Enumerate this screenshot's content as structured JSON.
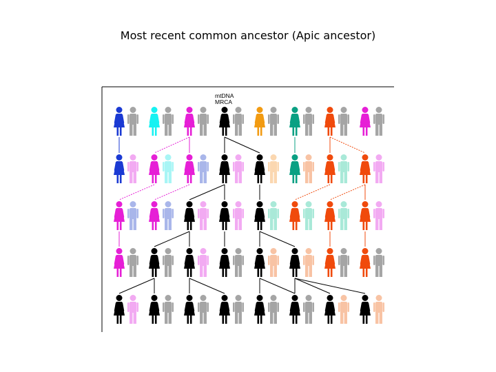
{
  "title": "Most recent common ancestor (Apic ancestor)",
  "mrca_label": [
    "mtDNA",
    "MRCA"
  ],
  "colors": {
    "blue": "#1b3ad3",
    "cyan": "#17f2f2",
    "magenta": "#e61fd6",
    "black": "#000000",
    "orange": "#f29b12",
    "teal": "#0aa083",
    "red": "#f04a0c",
    "gray": "#a5a5a5",
    "pink": "#f2aaf2",
    "lightblue": "#a9b6ea",
    "lightcyan": "#a8f5f5",
    "peach": "#f8c3a4",
    "lightpeach": "#fbd7b0",
    "mint": "#a9e9d8"
  },
  "generations": [
    [
      [
        "magenta",
        "blue",
        "f"
      ],
      [
        "gray",
        "gray",
        "m"
      ],
      [
        "cyan",
        "cyan",
        "f"
      ],
      [
        "gray",
        "gray",
        "m"
      ],
      [
        "magenta",
        "magenta",
        "f"
      ],
      [
        "gray",
        "gray",
        "m"
      ],
      [
        "black",
        "black",
        "f"
      ],
      [
        "gray",
        "gray",
        "m"
      ],
      [
        "orange",
        "orange",
        "f"
      ],
      [
        "gray",
        "gray",
        "m"
      ],
      [
        "teal",
        "teal",
        "f"
      ],
      [
        "gray",
        "gray",
        "m"
      ],
      [
        "red",
        "red",
        "f"
      ],
      [
        "gray",
        "gray",
        "m"
      ],
      [
        "magenta",
        "magenta",
        "f"
      ],
      [
        "gray",
        "gray",
        "m"
      ]
    ],
    [
      [
        "blue",
        "blue",
        "f"
      ],
      [
        "pink",
        "pink",
        "m"
      ],
      [
        "magenta",
        "magenta",
        "f"
      ],
      [
        "lightcyan",
        "lightcyan",
        "m"
      ],
      [
        "magenta",
        "magenta",
        "f"
      ],
      [
        "lightblue",
        "lightblue",
        "m"
      ],
      [
        "black",
        "black",
        "f"
      ],
      [
        "pink",
        "pink",
        "m"
      ],
      [
        "black",
        "black",
        "f"
      ],
      [
        "lightpeach",
        "lightpeach",
        "m"
      ],
      [
        "teal",
        "teal",
        "f"
      ],
      [
        "peach",
        "peach",
        "m"
      ],
      [
        "red",
        "red",
        "f"
      ],
      [
        "mint",
        "mint",
        "m"
      ],
      [
        "red",
        "red",
        "f"
      ],
      [
        "pink",
        "pink",
        "m"
      ]
    ],
    [
      [
        "magenta",
        "magenta",
        "f"
      ],
      [
        "lightblue",
        "lightblue",
        "m"
      ],
      [
        "magenta",
        "magenta",
        "f"
      ],
      [
        "lightblue",
        "lightblue",
        "m"
      ],
      [
        "black",
        "black",
        "f"
      ],
      [
        "pink",
        "pink",
        "m"
      ],
      [
        "black",
        "black",
        "f"
      ],
      [
        "pink",
        "pink",
        "m"
      ],
      [
        "black",
        "black",
        "f"
      ],
      [
        "mint",
        "mint",
        "m"
      ],
      [
        "red",
        "red",
        "f"
      ],
      [
        "mint",
        "mint",
        "m"
      ],
      [
        "red",
        "red",
        "f"
      ],
      [
        "mint",
        "mint",
        "m"
      ],
      [
        "red",
        "red",
        "f"
      ],
      [
        "pink",
        "pink",
        "m"
      ]
    ],
    [
      [
        "magenta",
        "magenta",
        "f"
      ],
      [
        "gray",
        "gray",
        "m"
      ],
      [
        "black",
        "black",
        "f"
      ],
      [
        "gray",
        "gray",
        "m"
      ],
      [
        "black",
        "black",
        "f"
      ],
      [
        "pink",
        "pink",
        "m"
      ],
      [
        "black",
        "black",
        "f"
      ],
      [
        "gray",
        "gray",
        "m"
      ],
      [
        "black",
        "black",
        "f"
      ],
      [
        "peach",
        "peach",
        "m"
      ],
      [
        "black",
        "black",
        "f"
      ],
      [
        "peach",
        "peach",
        "m"
      ],
      [
        "red",
        "red",
        "f"
      ],
      [
        "gray",
        "gray",
        "m"
      ],
      [
        "red",
        "red",
        "f"
      ],
      [
        "gray",
        "gray",
        "m"
      ]
    ],
    [
      [
        "black",
        "black",
        "f"
      ],
      [
        "pink",
        "pink",
        "m"
      ],
      [
        "black",
        "black",
        "f"
      ],
      [
        "gray",
        "gray",
        "m"
      ],
      [
        "black",
        "black",
        "f"
      ],
      [
        "gray",
        "gray",
        "m"
      ],
      [
        "black",
        "black",
        "f"
      ],
      [
        "gray",
        "gray",
        "m"
      ],
      [
        "black",
        "black",
        "f"
      ],
      [
        "gray",
        "gray",
        "m"
      ],
      [
        "black",
        "black",
        "f"
      ],
      [
        "gray",
        "gray",
        "m"
      ],
      [
        "black",
        "black",
        "f"
      ],
      [
        "peach",
        "peach",
        "m"
      ],
      [
        "black",
        "black",
        "f"
      ],
      [
        "peach",
        "peach",
        "m"
      ]
    ]
  ],
  "links": [
    {
      "from": [
        0,
        0
      ],
      "to": [
        1,
        0
      ],
      "color": "blue"
    },
    {
      "from": [
        0,
        4
      ],
      "to": [
        1,
        2
      ],
      "color": "magenta"
    },
    {
      "from": [
        0,
        4
      ],
      "to": [
        1,
        4
      ],
      "color": "magenta"
    },
    {
      "from": [
        0,
        6
      ],
      "to": [
        1,
        6
      ],
      "color": "black"
    },
    {
      "from": [
        0,
        6
      ],
      "to": [
        1,
        8
      ],
      "color": "black"
    },
    {
      "from": [
        0,
        10
      ],
      "to": [
        1,
        10
      ],
      "color": "teal"
    },
    {
      "from": [
        0,
        12
      ],
      "to": [
        1,
        12
      ],
      "color": "red"
    },
    {
      "from": [
        0,
        12
      ],
      "to": [
        1,
        14
      ],
      "color": "red"
    },
    {
      "from": [
        1,
        2
      ],
      "to": [
        2,
        0
      ],
      "color": "magenta"
    },
    {
      "from": [
        1,
        4
      ],
      "to": [
        2,
        2
      ],
      "color": "magenta"
    },
    {
      "from": [
        1,
        6
      ],
      "to": [
        2,
        4
      ],
      "color": "black"
    },
    {
      "from": [
        1,
        6
      ],
      "to": [
        2,
        6
      ],
      "color": "black"
    },
    {
      "from": [
        1,
        8
      ],
      "to": [
        2,
        8
      ],
      "color": "black"
    },
    {
      "from": [
        1,
        12
      ],
      "to": [
        2,
        10
      ],
      "color": "red"
    },
    {
      "from": [
        1,
        14
      ],
      "to": [
        2,
        12
      ],
      "color": "red"
    },
    {
      "from": [
        1,
        14
      ],
      "to": [
        2,
        14
      ],
      "color": "red"
    },
    {
      "from": [
        2,
        0
      ],
      "to": [
        3,
        0
      ],
      "color": "magenta"
    },
    {
      "from": [
        2,
        4
      ],
      "to": [
        3,
        2
      ],
      "color": "black"
    },
    {
      "from": [
        2,
        4
      ],
      "to": [
        3,
        4
      ],
      "color": "black"
    },
    {
      "from": [
        2,
        6
      ],
      "to": [
        3,
        6
      ],
      "color": "black"
    },
    {
      "from": [
        2,
        8
      ],
      "to": [
        3,
        8
      ],
      "color": "black"
    },
    {
      "from": [
        2,
        8
      ],
      "to": [
        3,
        10
      ],
      "color": "black"
    },
    {
      "from": [
        2,
        12
      ],
      "to": [
        3,
        12
      ],
      "color": "red"
    },
    {
      "from": [
        2,
        14
      ],
      "to": [
        3,
        14
      ],
      "color": "red"
    },
    {
      "from": [
        3,
        2
      ],
      "to": [
        4,
        0
      ],
      "color": "black"
    },
    {
      "from": [
        3,
        2
      ],
      "to": [
        4,
        2
      ],
      "color": "black"
    },
    {
      "from": [
        3,
        4
      ],
      "to": [
        4,
        4
      ],
      "color": "black"
    },
    {
      "from": [
        3,
        4
      ],
      "to": [
        4,
        6
      ],
      "color": "black"
    },
    {
      "from": [
        3,
        8
      ],
      "to": [
        4,
        8
      ],
      "color": "black"
    },
    {
      "from": [
        3,
        8
      ],
      "to": [
        4,
        10
      ],
      "color": "black"
    },
    {
      "from": [
        3,
        10
      ],
      "to": [
        4,
        10
      ],
      "color": "black"
    },
    {
      "from": [
        3,
        10
      ],
      "to": [
        4,
        12
      ],
      "color": "black"
    },
    {
      "from": [
        3,
        10
      ],
      "to": [
        4,
        14
      ],
      "color": "black"
    }
  ]
}
